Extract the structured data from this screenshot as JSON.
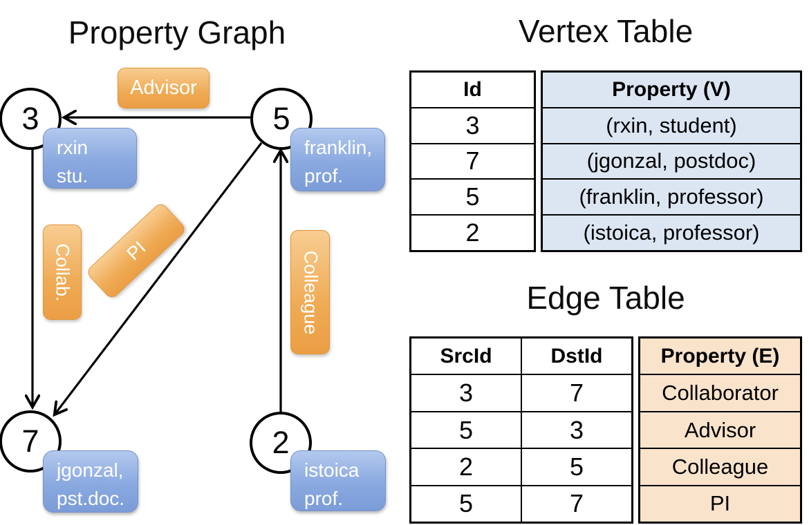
{
  "titles": {
    "graph": "Property Graph",
    "vertex": "Vertex Table",
    "edge": "Edge Table"
  },
  "colors": {
    "edge_label_orange": "#eb9e44",
    "vertex_box_blue": "#8aa9e0",
    "vertex_table_cell_bg": "#dce6f3",
    "edge_table_cell_bg": "#fae3cb",
    "line_color": "#000000",
    "box_text": "#ffffff"
  },
  "graph": {
    "nodes": {
      "n3": "3",
      "n5": "5",
      "n7": "7",
      "n2": "2"
    },
    "vertex_boxes": {
      "rxin": {
        "line1": "rxin",
        "line2": "stu."
      },
      "franklin": {
        "line1": "franklin,",
        "line2": "prof."
      },
      "jgonzal": {
        "line1": "jgonzal,",
        "line2": "pst.doc."
      },
      "istoica": {
        "line1": "istoica",
        "line2": "prof."
      }
    },
    "edge_labels": {
      "advisor": "Advisor",
      "collab": "Collab.",
      "pi": "PI",
      "colleague": "Colleague"
    },
    "edges": [
      {
        "from": "5",
        "to": "3",
        "label": "Advisor"
      },
      {
        "from": "3",
        "to": "7",
        "label": "Collab."
      },
      {
        "from": "5",
        "to": "7",
        "label": "PI"
      },
      {
        "from": "2",
        "to": "5",
        "label": "Colleague"
      }
    ]
  },
  "vertex_table": {
    "headers": {
      "id": "Id",
      "property": "Property (V)"
    },
    "rows": [
      {
        "id": "3",
        "property": "(rxin, student)"
      },
      {
        "id": "7",
        "property": "(jgonzal, postdoc)"
      },
      {
        "id": "5",
        "property": "(franklin, professor)"
      },
      {
        "id": "2",
        "property": "(istoica, professor)"
      }
    ]
  },
  "edge_table": {
    "headers": {
      "src": "SrcId",
      "dst": "DstId",
      "property": "Property (E)"
    },
    "rows": [
      {
        "src": "3",
        "dst": "7",
        "property": "Collaborator"
      },
      {
        "src": "5",
        "dst": "3",
        "property": "Advisor"
      },
      {
        "src": "2",
        "dst": "5",
        "property": "Colleague"
      },
      {
        "src": "5",
        "dst": "7",
        "property": "PI"
      }
    ]
  }
}
